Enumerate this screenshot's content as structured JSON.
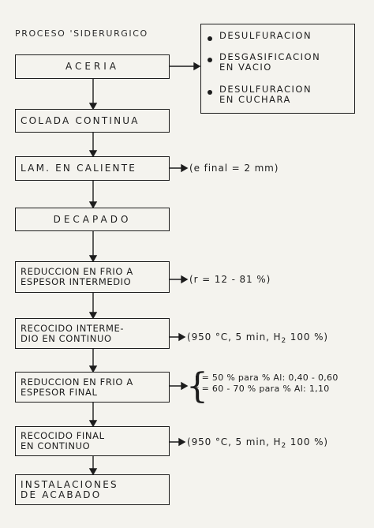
{
  "title": "PROCESO 'SIDERURGICO",
  "steps": [
    {
      "lines": [
        "ACERIA"
      ]
    },
    {
      "lines": [
        "COLADA CONTINUA"
      ]
    },
    {
      "lines": [
        "LAM. EN CALIENTE"
      ]
    },
    {
      "lines": [
        "DECAPADO"
      ]
    },
    {
      "lines": [
        "REDUCCION EN FRIO A",
        "ESPESOR INTERMEDIO"
      ]
    },
    {
      "lines": [
        "RECOCIDO INTERME-",
        "DIO EN CONTINUO"
      ]
    },
    {
      "lines": [
        "REDUCCION EN FRIO A",
        "ESPESOR FINAL"
      ]
    },
    {
      "lines": [
        "RECOCIDO FINAL",
        "EN CONTINUO"
      ]
    },
    {
      "lines": [
        "INSTALACIONES",
        "DE ACABADO"
      ]
    }
  ],
  "side_treatments": [
    {
      "lines": [
        "DESULFURACION"
      ]
    },
    {
      "lines": [
        "DESGASIFICACION",
        "EN VACIO"
      ]
    },
    {
      "lines": [
        "DESULFURACION",
        "EN CUCHARA"
      ]
    }
  ],
  "notes": {
    "lam_caliente": "(e final = 2 mm)",
    "reduccion_intermedio": "(r = 12 - 81 %)",
    "recocido_intermedio": {
      "prefix": "(950 °C, 5 min, H",
      "sub": "2",
      "suffix": " 100 %)"
    },
    "reduccion_final": [
      "r = 50 % para % Al: 0,40 - 0,60",
      "r = 60 - 70 % para % Al: 1,10"
    ],
    "recocido_final": {
      "prefix": "(950 °C, 5 min, H",
      "sub": "2",
      "suffix": " 100 %)"
    }
  }
}
